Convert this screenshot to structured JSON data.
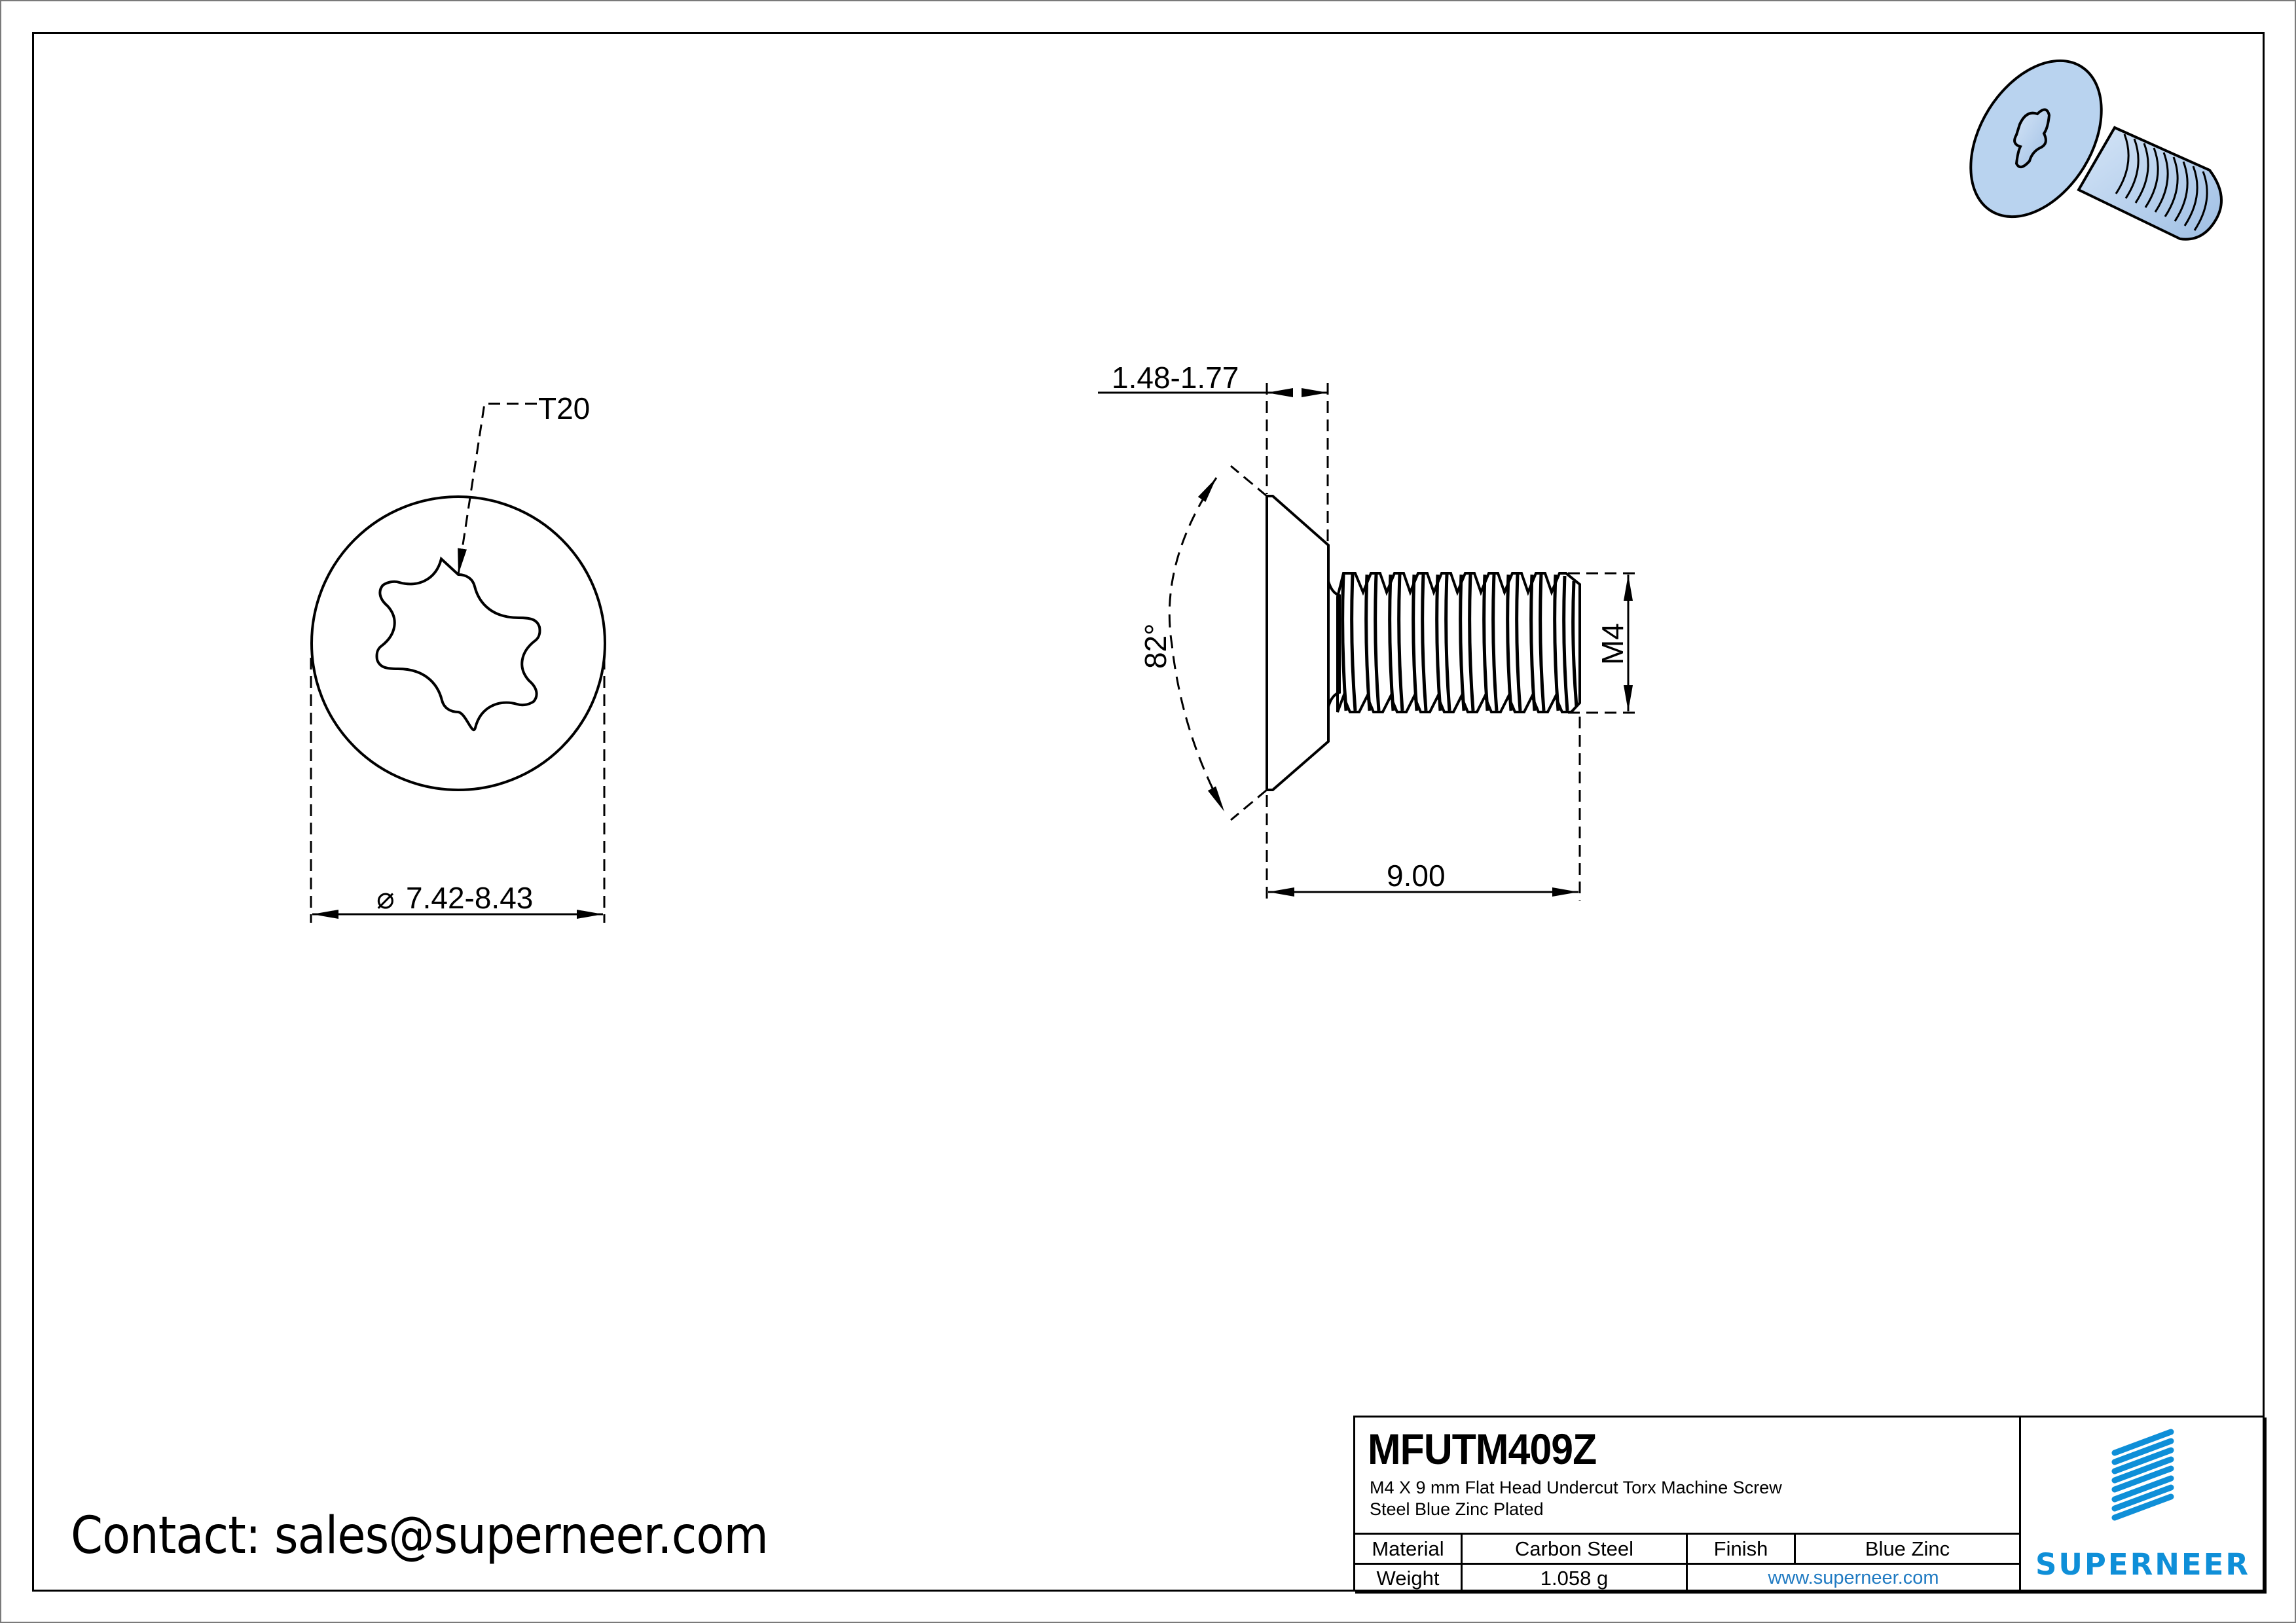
{
  "drawing": {
    "top_view": {
      "drive_callout": "T20",
      "head_diameter": "7.42-8.43",
      "diameter_symbol": "⌀"
    },
    "side_view": {
      "head_height": "1.48-1.77",
      "head_angle": "82°",
      "thread_size": "M4",
      "length": "9.00"
    },
    "isometric_preview": {
      "label": "3D screw render",
      "fill_color": "#b9d3ef"
    }
  },
  "contact": {
    "text": "Contact: sales@superneer.com"
  },
  "title_block": {
    "part_number": "MFUTM409Z",
    "description_line1": "M4 X 9 mm  Flat Head Undercut Torx Machine Screw",
    "description_line2": "Steel Blue Zinc Plated",
    "material_label": "Material",
    "material_value": "Carbon Steel",
    "finish_label": "Finish",
    "finish_value": "Blue Zinc",
    "weight_label": "Weight",
    "weight_value": "1.058 g",
    "website": "www.superneer.com",
    "logo_text": "SUPERNEER",
    "brand_color": "#0f8fd8",
    "link_color": "#1f7ac2"
  }
}
